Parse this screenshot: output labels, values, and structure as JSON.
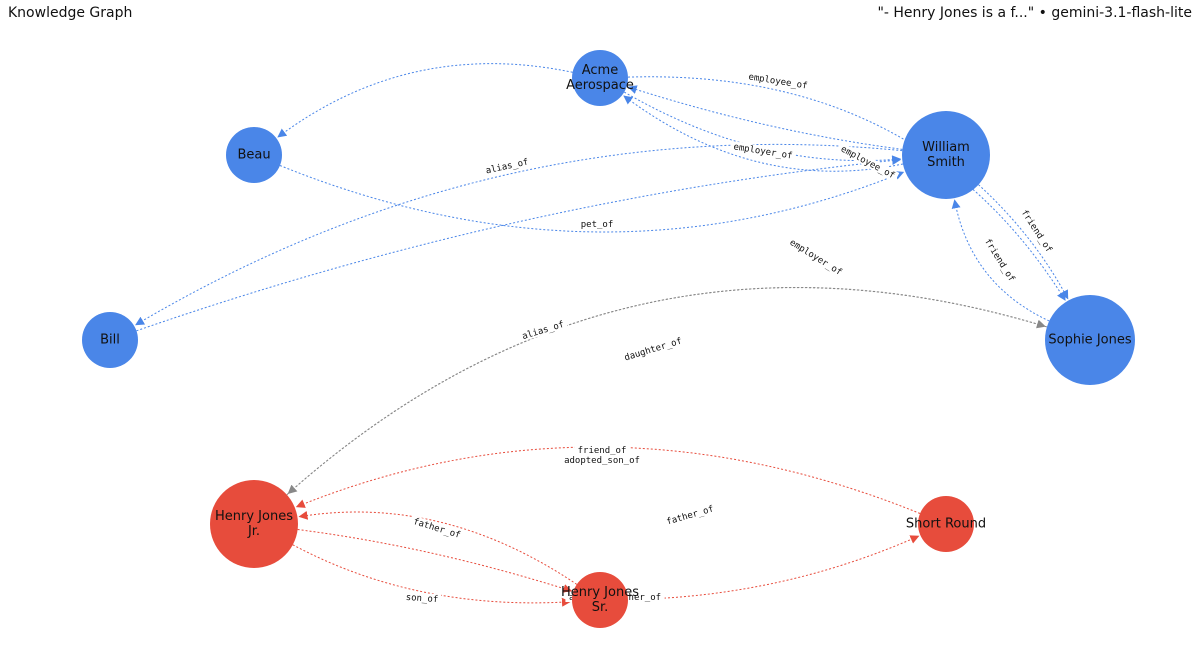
{
  "header": {
    "title": "Knowledge Graph",
    "subtitle": "\"- Henry Jones is a f...\" • gemini-3.1-flash-lite"
  },
  "colors": {
    "blue_node": "#4A86E8",
    "red_node": "#E74C3C",
    "blue_edge": "#4A86E8",
    "red_edge": "#E74C3C",
    "gray_edge": "#888888"
  },
  "nodes": [
    {
      "id": "acme",
      "label_lines": [
        "Acme",
        "Aerospace"
      ],
      "group": "blue"
    },
    {
      "id": "beau",
      "label_lines": [
        "Beau"
      ],
      "group": "blue"
    },
    {
      "id": "william",
      "label_lines": [
        "William",
        "Smith"
      ],
      "group": "blue"
    },
    {
      "id": "bill",
      "label_lines": [
        "Bill"
      ],
      "group": "blue"
    },
    {
      "id": "sophie",
      "label_lines": [
        "Sophie Jones"
      ],
      "group": "blue"
    },
    {
      "id": "henryjr",
      "label_lines": [
        "Henry Jones",
        "Jr."
      ],
      "group": "red"
    },
    {
      "id": "shortround",
      "label_lines": [
        "Short Round"
      ],
      "group": "red"
    },
    {
      "id": "henrysr",
      "label_lines": [
        "Henry Jones",
        "Sr."
      ],
      "group": "red"
    }
  ],
  "edges": [
    {
      "source": "william",
      "target": "acme",
      "label": "employee_of",
      "color": "blue"
    },
    {
      "source": "acme",
      "target": "william",
      "label": "employer_of",
      "color": "blue"
    },
    {
      "source": "william",
      "target": "acme",
      "label": "employee_of",
      "color": "blue"
    },
    {
      "source": "acme",
      "target": "beau",
      "label": "",
      "color": "blue"
    },
    {
      "source": "william",
      "target": "bill",
      "label": "alias_of",
      "color": "blue"
    },
    {
      "source": "beau",
      "target": "william",
      "label": "pet_of",
      "color": "blue"
    },
    {
      "source": "acme",
      "target": "sophie",
      "label": "employer_of",
      "color": "blue"
    },
    {
      "source": "sophie",
      "target": "william",
      "label": "friend_of",
      "color": "blue"
    },
    {
      "source": "william",
      "target": "sophie",
      "label": "friend_of",
      "color": "blue"
    },
    {
      "source": "bill",
      "target": "william",
      "label": "alias_of",
      "color": "blue"
    },
    {
      "source": "sophie",
      "target": "henryjr",
      "label": "daughter_of",
      "color": "gray"
    },
    {
      "source": "henryjr",
      "target": "sophie",
      "label": "father_of",
      "color": "gray"
    },
    {
      "source": "shortround",
      "target": "henryjr",
      "label": "friend_of\nadopted_son_of",
      "color": "red"
    },
    {
      "source": "henrysr",
      "target": "henryjr",
      "label": "father_of",
      "color": "red"
    },
    {
      "source": "henryjr",
      "target": "henrysr",
      "label": "son_of",
      "color": "red"
    },
    {
      "source": "henrysr",
      "target": "shortround",
      "label": "adopted_father_of",
      "color": "red"
    },
    {
      "source": "henryjr",
      "target": "henrysr",
      "label": "",
      "color": "red"
    }
  ]
}
